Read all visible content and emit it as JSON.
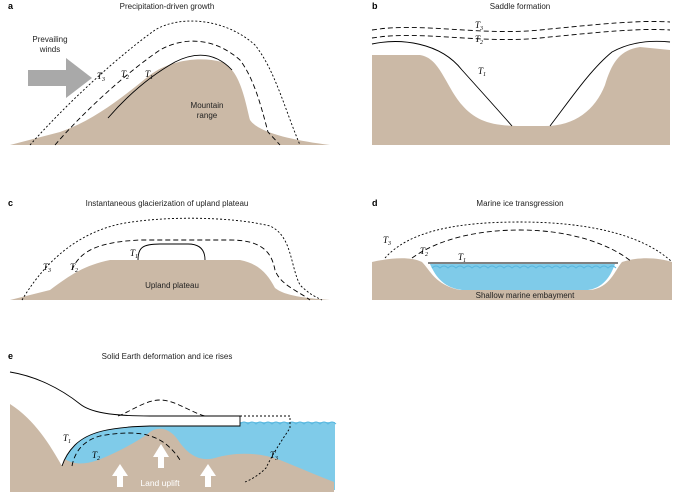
{
  "panels": {
    "a": {
      "label": "a",
      "title": "Precipitation-driven growth",
      "notes": [
        "Prevailing",
        "winds",
        "Mountain",
        "range"
      ],
      "contours": [
        "T",
        "T",
        "T"
      ],
      "subs": [
        "3",
        "2",
        "1"
      ]
    },
    "b": {
      "label": "b",
      "title": "Saddle formation",
      "contours": [
        "T",
        "T",
        "T"
      ],
      "subs": [
        "3",
        "2",
        "1"
      ]
    },
    "c": {
      "label": "c",
      "title": "Instantaneous glacierization of upland plateau",
      "notes": [
        "Upland plateau"
      ],
      "contours": [
        "T",
        "T",
        "T"
      ],
      "subs": [
        "1",
        "3",
        "2"
      ]
    },
    "d": {
      "label": "d",
      "title": "Marine ice transgression",
      "notes": [
        "Shallow marine embayment"
      ],
      "contours": [
        "T",
        "T",
        "T"
      ],
      "subs": [
        "3",
        "2",
        "1"
      ]
    },
    "e": {
      "label": "e",
      "title": "Solid Earth deformation and ice rises",
      "notes": [
        "Land uplift"
      ],
      "contours": [
        "T",
        "T",
        "T"
      ],
      "subs": [
        "1",
        "2",
        "3"
      ]
    }
  },
  "colors": {
    "land": "#cbb9a6",
    "water": "#7fcbe9",
    "ice": "#ffffff",
    "arrow": "#a9a9a9"
  }
}
